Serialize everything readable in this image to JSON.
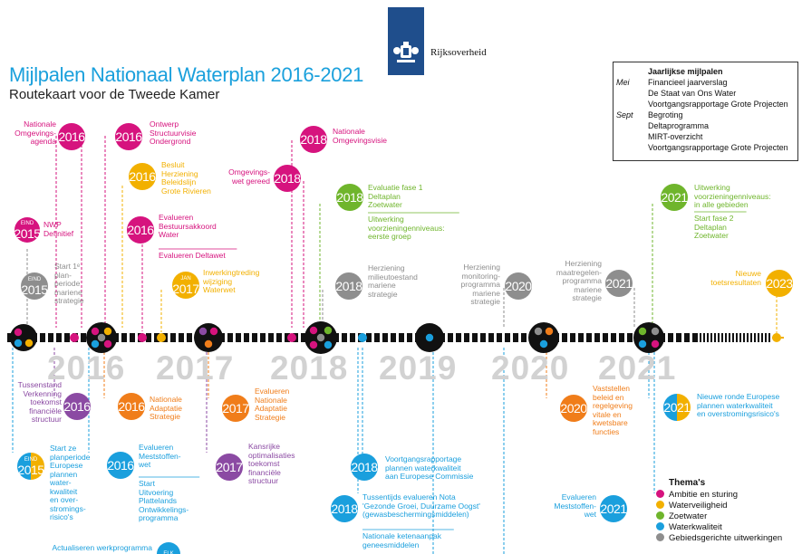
{
  "header": {
    "logo_text": "Rijksoverheid",
    "title": "Mijlpalen Nationaal Waterplan 2016-2021",
    "subtitle": "Routekaart voor de Tweede Kamer"
  },
  "legend_box": {
    "title": "Jaarlijkse mijlpalen",
    "rows": [
      {
        "month": "Mei",
        "item": "Financieel jaarverslag"
      },
      {
        "month": "",
        "item": "De Staat van Ons Water"
      },
      {
        "month": "",
        "item": "Voortgangsrapportage Grote Projecten"
      },
      {
        "month": "Sept",
        "item": "Begroting"
      },
      {
        "month": "",
        "item": "Deltaprogramma"
      },
      {
        "month": "",
        "item": "MIRT-overzicht"
      },
      {
        "month": "",
        "item": "Voortgangsrapportage Grote Projecten"
      }
    ]
  },
  "timeline_years": [
    "2016",
    "2017",
    "2018",
    "2019",
    "2020",
    "2021"
  ],
  "themes": {
    "title": "Thema's",
    "items": [
      {
        "label": "Ambitie en sturing",
        "color": "#d6137e"
      },
      {
        "label": "Waterveiligheid",
        "color": "#f2b000"
      },
      {
        "label": "Zoetwater",
        "color": "#6fb52c"
      },
      {
        "label": "Waterkwaliteit",
        "color": "#1a9fdd"
      },
      {
        "label": "Gebiedsgerichte uitwerkingen",
        "color": "#8e8e8e"
      }
    ]
  },
  "colors": {
    "magenta": "#d6137e",
    "yellow": "#f2b000",
    "green": "#6fb52c",
    "blue": "#1a9fdd",
    "gray": "#8e8e8e",
    "orange": "#f07d1a",
    "purple": "#8b4aa3",
    "navy": "#1f4e8c"
  },
  "milestones": [
    {
      "id": "m1",
      "year": "2016",
      "color": "magenta",
      "text": [
        "Nationale",
        "Omgevings-",
        "agenda"
      ]
    },
    {
      "id": "m2",
      "year": "2016",
      "color": "magenta",
      "text": [
        "Ontwerp",
        "Structuurvisie",
        "Ondergrond"
      ]
    },
    {
      "id": "m3",
      "year": "2016",
      "color": "yellow",
      "text": [
        "Besluit",
        "Herziening",
        "Beleidslijn",
        "Grote Rivieren"
      ]
    },
    {
      "id": "m4",
      "year": "2016",
      "color": "magenta",
      "text": [
        "Evalueren",
        "Bestuursakkoord",
        "Water"
      ],
      "text2": [
        "Evalueren Deltawet"
      ]
    },
    {
      "id": "m5",
      "year": "2015",
      "sub": "EIND",
      "color": "magenta",
      "text": [
        "NWP",
        "Definitief"
      ]
    },
    {
      "id": "m6",
      "year": "2015",
      "sub": "EIND",
      "color": "gray",
      "text": [
        "Start 1ᵉ",
        "plan-",
        "periode",
        "mariene",
        "strategie"
      ]
    },
    {
      "id": "m7",
      "year": "2017",
      "sub": "JAN",
      "color": "yellow",
      "text": [
        "Inwerkingtreding",
        "wijziging",
        "Waterwet"
      ]
    },
    {
      "id": "m8",
      "year": "2018",
      "color": "magenta",
      "text": [
        "Nationale",
        "Omgevingsvisie"
      ]
    },
    {
      "id": "m9",
      "year": "2018",
      "color": "magenta",
      "text": [
        "Omgevings-",
        "wet gereed"
      ]
    },
    {
      "id": "m10",
      "year": "2018",
      "color": "green",
      "text": [
        "Evaluatie fase 1",
        "Deltaplan",
        "Zoetwater"
      ],
      "text2": [
        "Uitwerking",
        "voorzieningenniveaus:",
        "eerste groep"
      ]
    },
    {
      "id": "m11",
      "year": "2018",
      "color": "gray",
      "text": [
        "Herziening",
        "milieutoestand",
        "mariene",
        "strategie"
      ]
    },
    {
      "id": "m12",
      "year": "2020",
      "color": "gray",
      "text": [
        "Herziening",
        "monitoring-",
        "programma",
        "mariene",
        "strategie"
      ]
    },
    {
      "id": "m13",
      "year": "2021",
      "color": "gray",
      "text": [
        "Herziening",
        "maatregelen-",
        "programma",
        "mariene",
        "strategie"
      ]
    },
    {
      "id": "m14",
      "year": "2021",
      "color": "green",
      "text": [
        "Uitwerking",
        "voorzieningenniveaus:",
        "in alle gebieden"
      ],
      "text2": [
        "Start fase 2",
        "Deltaplan",
        "Zoetwater"
      ]
    },
    {
      "id": "m15",
      "year": "2023",
      "color": "yellow",
      "text": [
        "Nieuwe",
        "toetsresultaten"
      ]
    },
    {
      "id": "b1",
      "year": "2016",
      "color": "purple",
      "text": [
        "Tussenstand",
        "Verkenning",
        "toekomst",
        "financiële",
        "structuur"
      ]
    },
    {
      "id": "b2",
      "year": "2016",
      "color": "orange",
      "text": [
        "Nationale",
        "Adaptatie",
        "Strategie"
      ]
    },
    {
      "id": "b3",
      "year": "2017",
      "color": "orange",
      "text": [
        "Evalueren",
        "Nationale",
        "Adaptatie",
        "Strategie"
      ]
    },
    {
      "id": "b4",
      "year": "2015",
      "sub": "EIND",
      "color": "split",
      "text": [
        "Start ze",
        "planperiode",
        "Europese",
        "plannen",
        "water-",
        "kwaliteit",
        "en over-",
        "stromings-",
        "risico's"
      ]
    },
    {
      "id": "b5",
      "year": "2016",
      "color": "blue",
      "text": [
        "Evalueren",
        "Meststoffen-",
        "wet"
      ],
      "text2": [
        "Start",
        "Uitvoering",
        "Plattelands",
        "Ontwikkelings-",
        "programma"
      ]
    },
    {
      "id": "b6",
      "year": "2017",
      "color": "purple",
      "text": [
        "Kansrijke",
        "optimalisaties",
        "toekomst",
        "financiële",
        "structuur"
      ]
    },
    {
      "id": "b7",
      "year": "2018",
      "color": "blue",
      "text": [
        "Voortgangsrapportage",
        "plannen waterkwaliteit",
        "aan Europese Commissie"
      ]
    },
    {
      "id": "b8",
      "year": "2018",
      "color": "blue",
      "text": [
        "Tussentijds evalueren Nota",
        "'Gezonde Groei, Duurzame Oogst'",
        "(gewasbeschermingsmiddelen)"
      ],
      "text2": [
        "Nationale ketenaanpak",
        "geneesmiddelen"
      ]
    },
    {
      "id": "b9",
      "year": "2020",
      "color": "orange",
      "text": [
        "Vaststellen",
        "beleid en",
        "regelgeving",
        "vitale en",
        "kwetsbare",
        "functies"
      ]
    },
    {
      "id": "b10",
      "year": "2021",
      "color": "split",
      "text": [
        "Nieuwe ronde Europese",
        "plannen waterkwaliteit",
        "en overstromingsrisico's"
      ]
    },
    {
      "id": "b11",
      "year": "2021",
      "color": "blue",
      "text": [
        "Evalueren",
        "Meststoffen-",
        "wet"
      ]
    },
    {
      "id": "b12",
      "year": "",
      "sub": "ELK",
      "color": "blue",
      "text": [
        "Actualiseren werkprogramma"
      ]
    }
  ]
}
